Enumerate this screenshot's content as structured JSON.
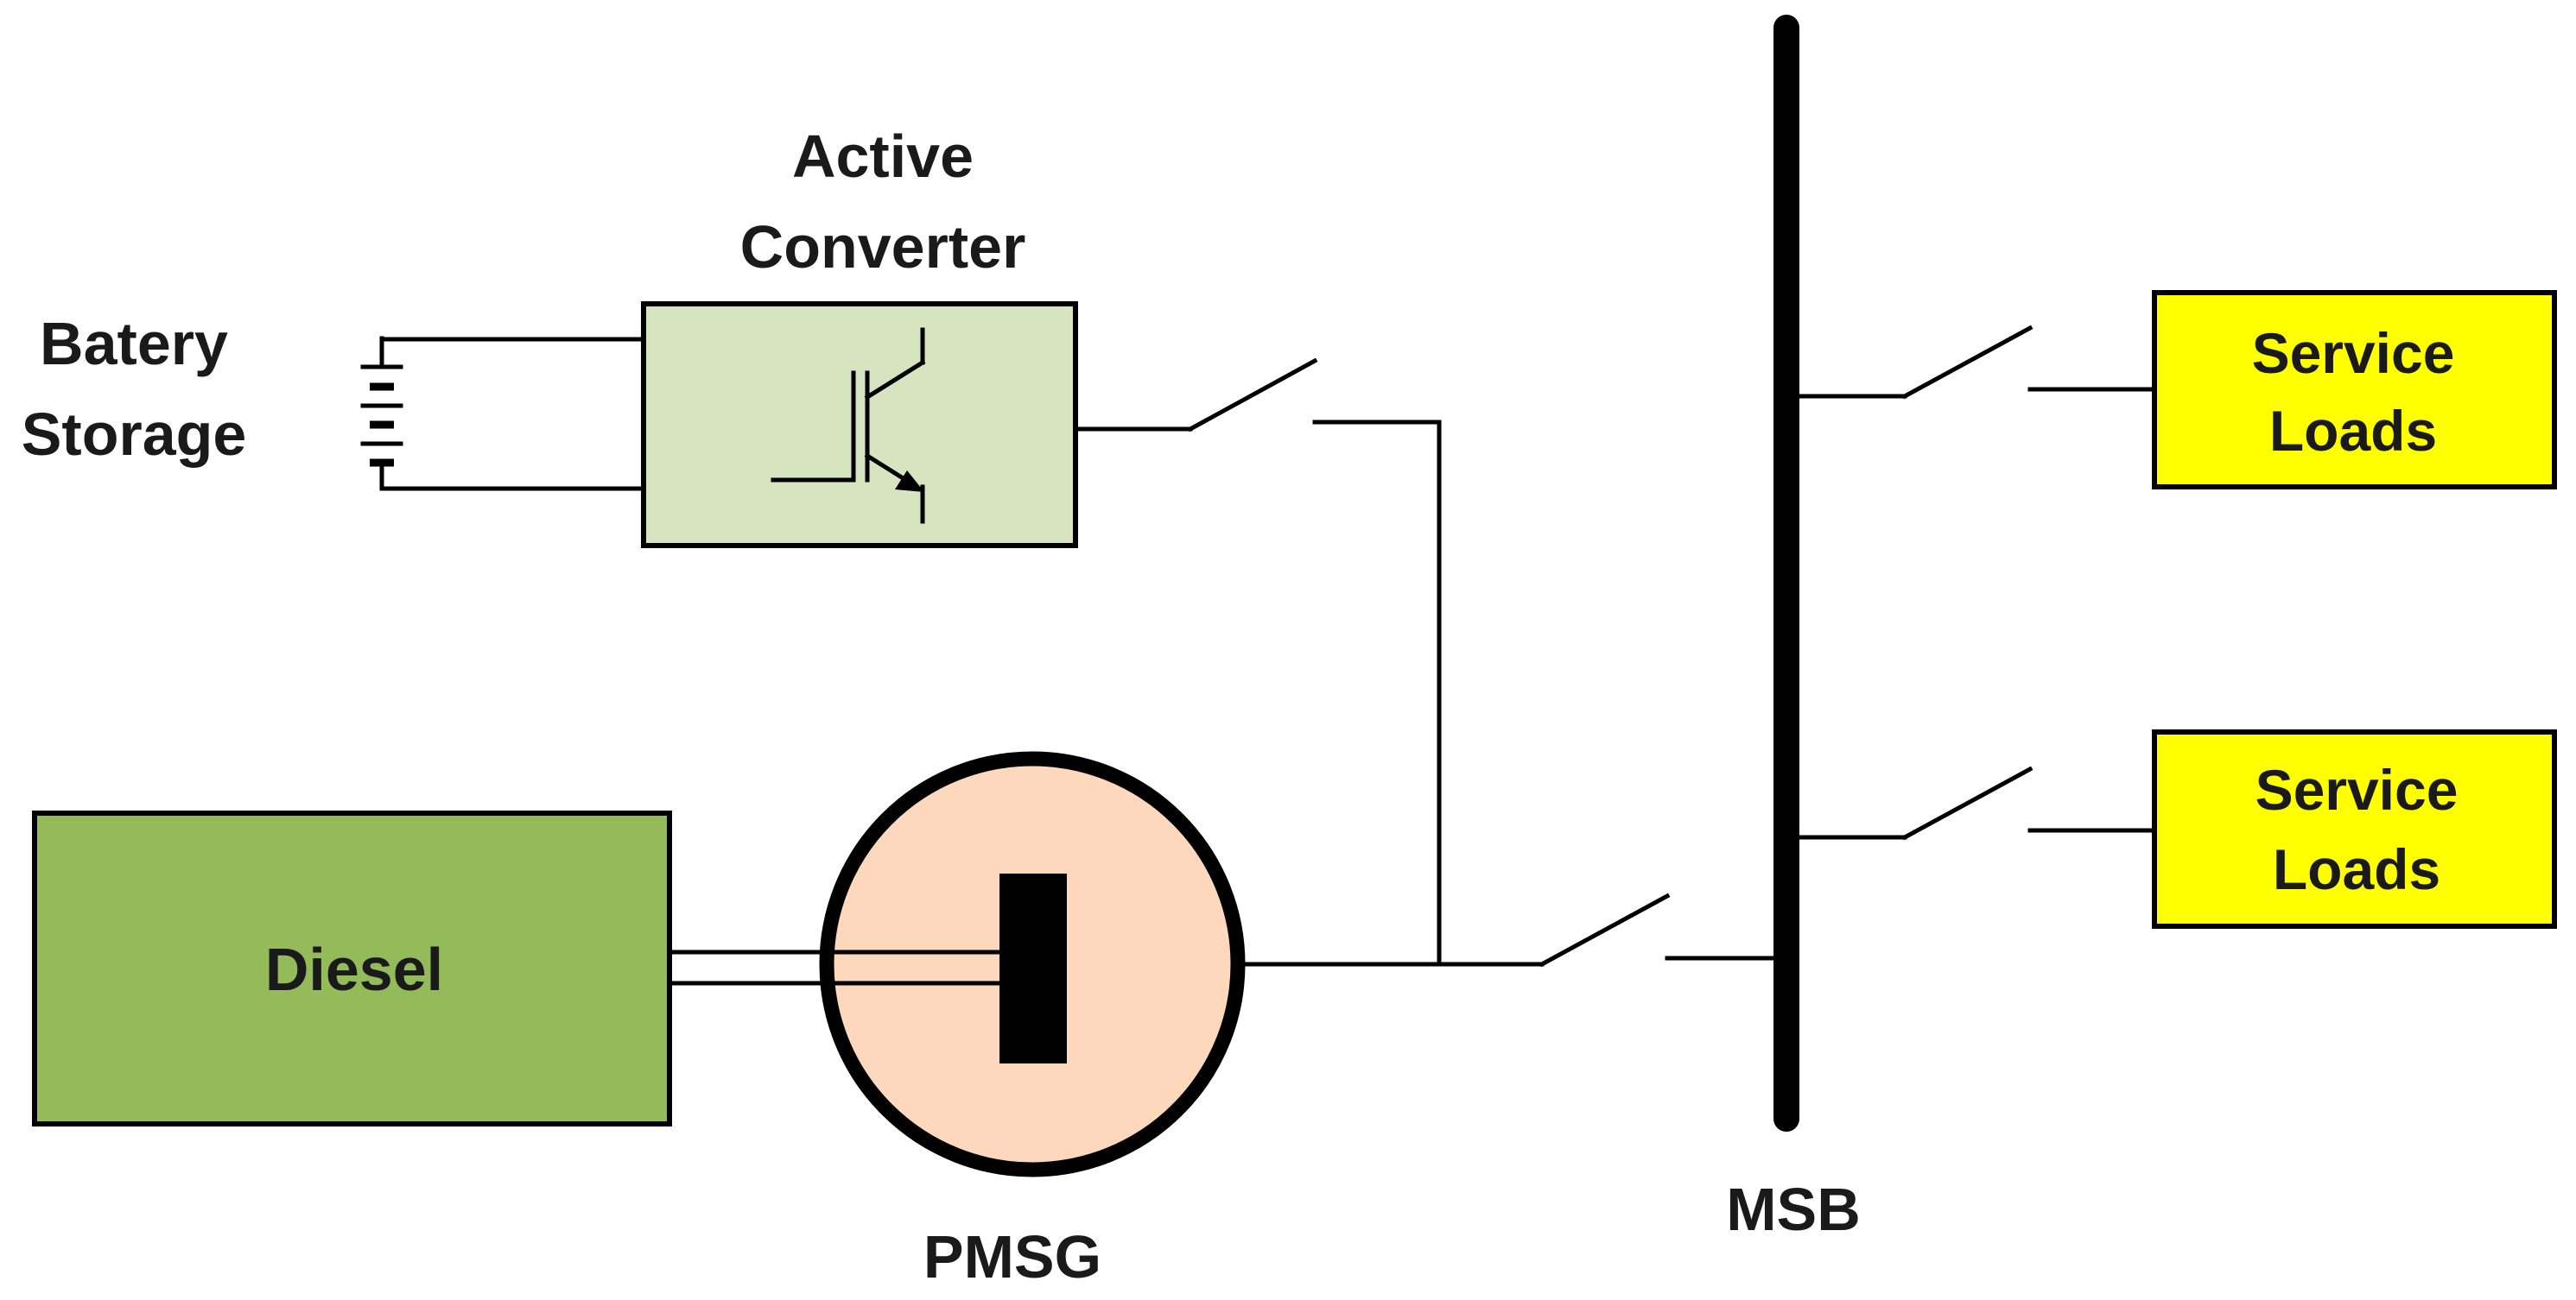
{
  "labels": {
    "battery_line1": "Batery",
    "battery_line2": "Storage",
    "converter_line1": "Active",
    "converter_line2": "Converter",
    "diesel": "Diesel",
    "pmsg": "PMSG",
    "msb": "MSB",
    "load1_line1": "Service",
    "load1_line2": "Loads",
    "load2_line1": "Service",
    "load2_line2": "Loads"
  },
  "colors": {
    "converter_fill": "#d6e4bf",
    "diesel_fill": "#94bb5a",
    "pmsg_fill": "#fdd8bc",
    "load_fill": "#ffff00",
    "line": "#000000"
  },
  "icons": {
    "battery": "battery-icon",
    "igbt": "igbt-transistor-icon",
    "switch": "open-switch-icon"
  }
}
